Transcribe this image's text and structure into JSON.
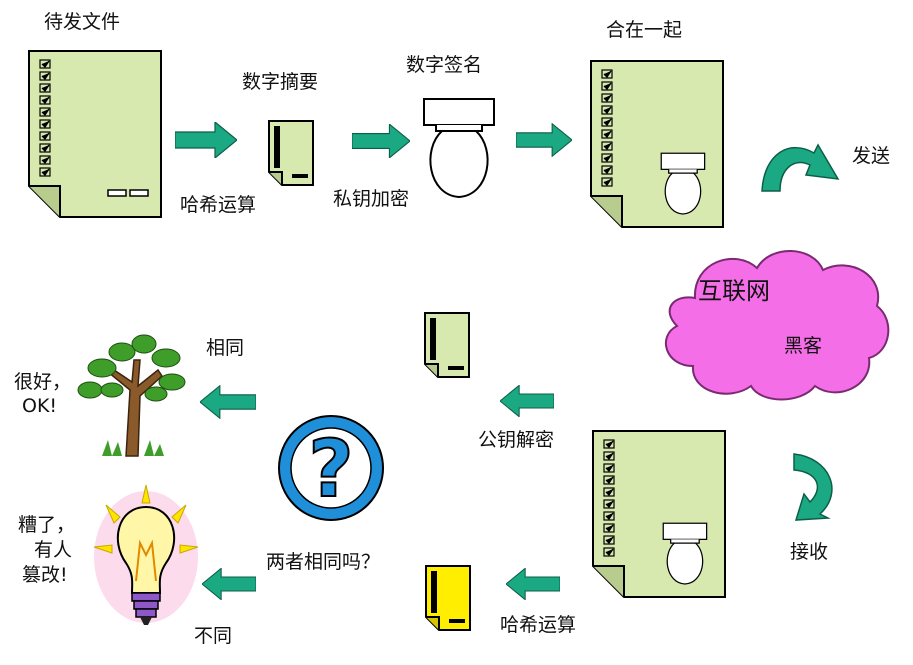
{
  "labels": {
    "file_to_send": "待发文件",
    "hash_op_top": "哈希运算",
    "digest": "数字摘要",
    "private_key_encrypt": "私钥加密",
    "digital_signature": "数字签名",
    "combined": "合在一起",
    "send": "发送",
    "internet": "互联网",
    "hacker": "黑客",
    "receive": "接收",
    "public_key_decrypt": "公钥解密",
    "hash_op_bottom": "哈希运算",
    "compare_question": "两者相同吗？",
    "same": "相同",
    "different": "不同",
    "result_good_line1": "很好，",
    "result_good_line2": "OK!",
    "result_bad_line1": "糟了，",
    "result_bad_line2": "有人",
    "result_bad_line3": "篡改!"
  },
  "colors": {
    "doc_fill": "#d8e9b0",
    "arrow_fill": "#1aa982",
    "cloud_fill": "#f46ee8",
    "question_ring": "#1e8fd8",
    "digest_yellow": "#ffee00"
  },
  "icons": [
    "document-icon",
    "digest-icon",
    "signature-icon",
    "cloud-icon",
    "question-icon",
    "tree-icon",
    "lightbulb-icon",
    "arrow-icon",
    "curved-arrow-icon"
  ]
}
